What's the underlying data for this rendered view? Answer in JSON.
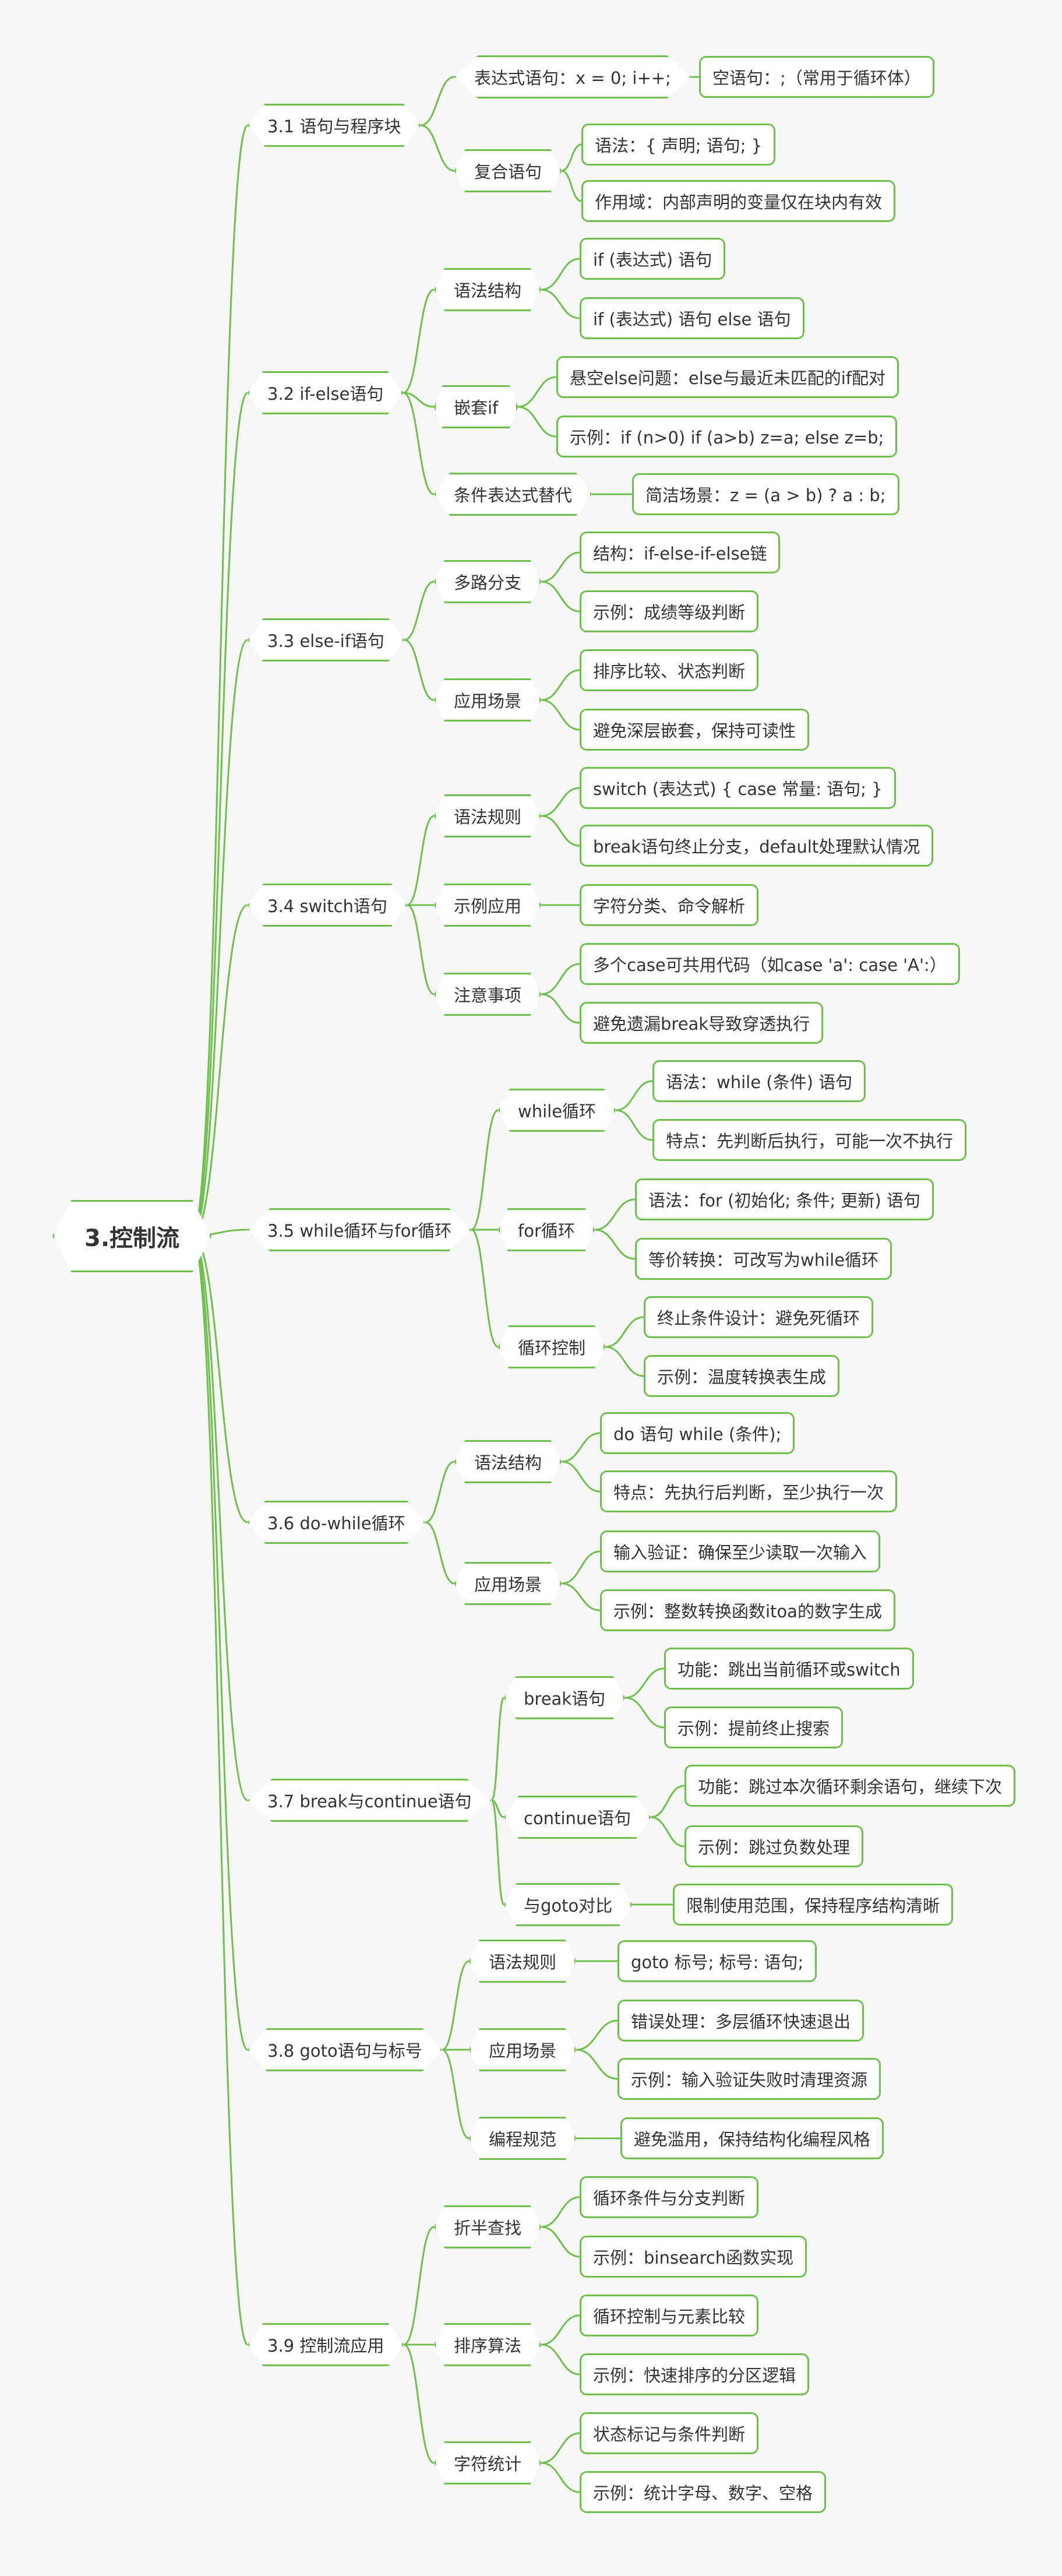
{
  "title": "3.控制流",
  "colors": {
    "line": "#6ec04c",
    "background": "#f7f7f7",
    "text": "#333333"
  },
  "sections": [
    {
      "label": "3.1 语句与程序块",
      "children": [
        {
          "label": "表达式语句：x = 0; i++;",
          "children": [
            {
              "label": "空语句：;（常用于循环体）"
            }
          ]
        },
        {
          "label": "复合语句",
          "children": [
            {
              "label": "语法：{ 声明; 语句; }"
            },
            {
              "label": "作用域：内部声明的变量仅在块内有效"
            }
          ]
        }
      ]
    },
    {
      "label": "3.2 if-else语句",
      "children": [
        {
          "label": "语法结构",
          "children": [
            {
              "label": "if (表达式) 语句"
            },
            {
              "label": "if (表达式) 语句 else 语句"
            }
          ]
        },
        {
          "label": "嵌套if",
          "children": [
            {
              "label": "悬空else问题：else与最近未匹配的if配对"
            },
            {
              "label": "示例：if (n>0) if (a>b) z=a; else z=b;"
            }
          ]
        },
        {
          "label": "条件表达式替代",
          "children": [
            {
              "label": "简洁场景：z = (a > b) ? a : b;"
            }
          ]
        }
      ]
    },
    {
      "label": "3.3 else-if语句",
      "children": [
        {
          "label": "多路分支",
          "children": [
            {
              "label": "结构：if-else-if-else链"
            },
            {
              "label": "示例：成绩等级判断"
            }
          ]
        },
        {
          "label": "应用场景",
          "children": [
            {
              "label": "排序比较、状态判断"
            },
            {
              "label": "避免深层嵌套，保持可读性"
            }
          ]
        }
      ]
    },
    {
      "label": "3.4 switch语句",
      "children": [
        {
          "label": "语法规则",
          "children": [
            {
              "label": "switch (表达式) { case 常量: 语句; }"
            },
            {
              "label": "break语句终止分支，default处理默认情况"
            }
          ]
        },
        {
          "label": "示例应用",
          "children": [
            {
              "label": "字符分类、命令解析"
            }
          ]
        },
        {
          "label": "注意事项",
          "children": [
            {
              "label": "多个case可共用代码（如case 'a': case 'A':）"
            },
            {
              "label": "避免遗漏break导致穿透执行"
            }
          ]
        }
      ]
    },
    {
      "label": "3.5 while循环与for循环",
      "children": [
        {
          "label": "while循环",
          "children": [
            {
              "label": "语法：while (条件) 语句"
            },
            {
              "label": "特点：先判断后执行，可能一次不执行"
            }
          ]
        },
        {
          "label": "for循环",
          "children": [
            {
              "label": "语法：for (初始化; 条件; 更新) 语句"
            },
            {
              "label": "等价转换：可改写为while循环"
            }
          ]
        },
        {
          "label": "循环控制",
          "children": [
            {
              "label": "终止条件设计：避免死循环"
            },
            {
              "label": "示例：温度转换表生成"
            }
          ]
        }
      ]
    },
    {
      "label": "3.6 do-while循环",
      "children": [
        {
          "label": "语法结构",
          "children": [
            {
              "label": "do 语句 while (条件);"
            },
            {
              "label": "特点：先执行后判断，至少执行一次"
            }
          ]
        },
        {
          "label": "应用场景",
          "children": [
            {
              "label": "输入验证：确保至少读取一次输入"
            },
            {
              "label": "示例：整数转换函数itoa的数字生成"
            }
          ]
        }
      ]
    },
    {
      "label": "3.7 break与continue语句",
      "children": [
        {
          "label": "break语句",
          "children": [
            {
              "label": "功能：跳出当前循环或switch"
            },
            {
              "label": "示例：提前终止搜索"
            }
          ]
        },
        {
          "label": "continue语句",
          "children": [
            {
              "label": "功能：跳过本次循环剩余语句，继续下次"
            },
            {
              "label": "示例：跳过负数处理"
            }
          ]
        },
        {
          "label": "与goto对比",
          "children": [
            {
              "label": "限制使用范围，保持程序结构清晰"
            }
          ]
        }
      ]
    },
    {
      "label": "3.8 goto语句与标号",
      "children": [
        {
          "label": "语法规则",
          "children": [
            {
              "label": "goto 标号; 标号: 语句;"
            }
          ]
        },
        {
          "label": "应用场景",
          "children": [
            {
              "label": "错误处理：多层循环快速退出"
            },
            {
              "label": "示例：输入验证失败时清理资源"
            }
          ]
        },
        {
          "label": "编程规范",
          "children": [
            {
              "label": "避免滥用，保持结构化编程风格"
            }
          ]
        }
      ]
    },
    {
      "label": "3.9 控制流应用",
      "children": [
        {
          "label": "折半查找",
          "children": [
            {
              "label": "循环条件与分支判断"
            },
            {
              "label": "示例：binsearch函数实现"
            }
          ]
        },
        {
          "label": "排序算法",
          "children": [
            {
              "label": "循环控制与元素比较"
            },
            {
              "label": "示例：快速排序的分区逻辑"
            }
          ]
        },
        {
          "label": "字符统计",
          "children": [
            {
              "label": "状态标记与条件判断"
            },
            {
              "label": "示例：统计字母、数字、空格"
            }
          ]
        }
      ]
    }
  ]
}
